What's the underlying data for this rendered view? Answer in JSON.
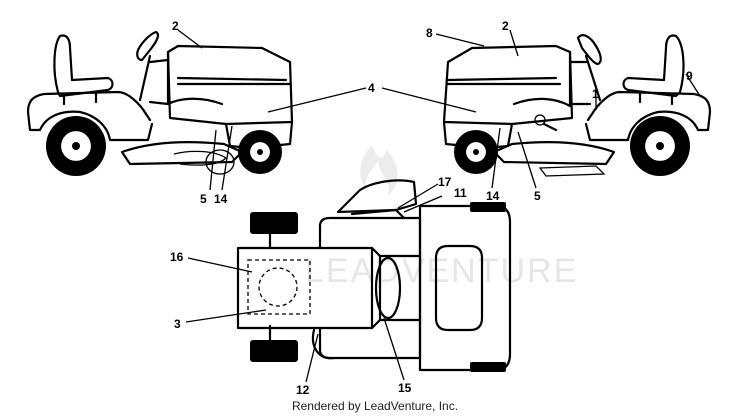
{
  "callouts": {
    "c1": "1",
    "c2a": "2",
    "c2b": "2",
    "c3": "3",
    "c4": "4",
    "c5a": "5",
    "c5b": "5",
    "c8": "8",
    "c9": "9",
    "c11": "11",
    "c12": "12",
    "c14a": "14",
    "c14b": "14",
    "c15": "15",
    "c16": "16",
    "c17": "17"
  },
  "watermark": "LEADVENTURE",
  "footer": "Rendered by LeadVenture, Inc."
}
